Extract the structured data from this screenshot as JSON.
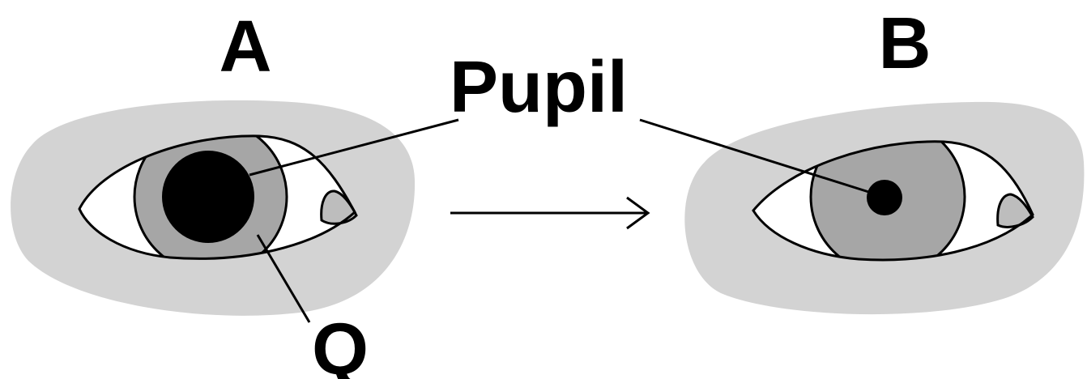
{
  "labels": {
    "eye_a": "A",
    "eye_b": "B",
    "pupil": "Pupil",
    "q": "Q"
  },
  "colors": {
    "background": "#ffffff",
    "skin": "#d3d3d3",
    "sclera": "#ffffff",
    "iris": "#a6a6a6",
    "pupil": "#000000",
    "caruncle": "#bdbdbd",
    "stroke": "#000000"
  },
  "diagram": {
    "eye_a_pupil_state": "dilated",
    "eye_b_pupil_state": "constricted",
    "transition_arrow_direction": "left-to-right"
  }
}
